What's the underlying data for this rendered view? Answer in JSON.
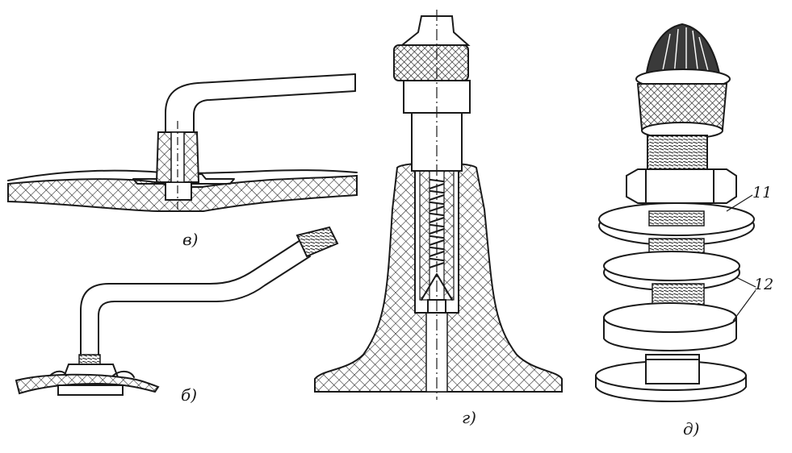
{
  "labels": {
    "fig_v": "в)",
    "fig_b": "б)",
    "fig_g": "г)",
    "fig_d": "д)"
  },
  "callouts": {
    "c11": "11",
    "c12": "12"
  }
}
